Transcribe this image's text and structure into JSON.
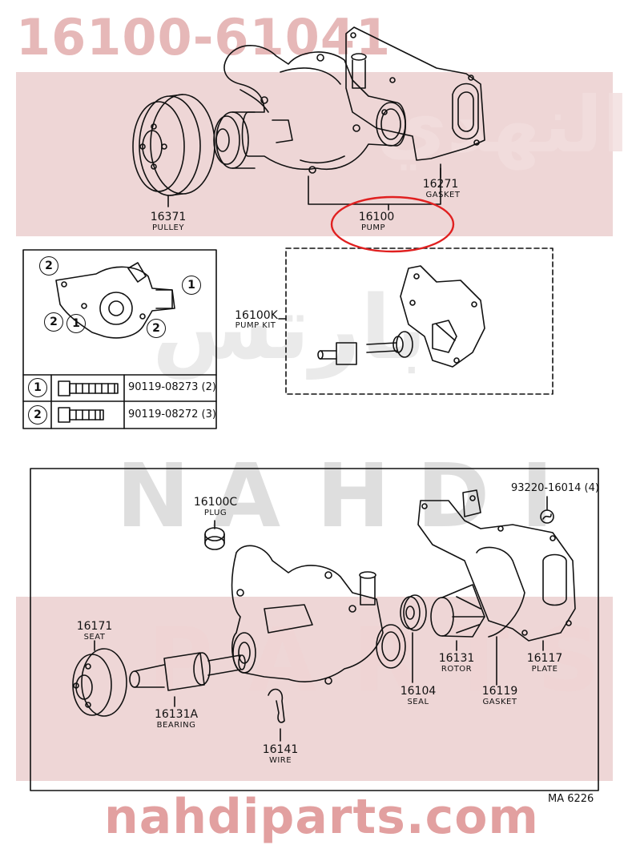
{
  "watermarks": {
    "part_number": "16100-61041",
    "arabic_top": "النهدي",
    "arabic_mid": "بارتس",
    "nahdi_letters": [
      "N",
      "A",
      "H",
      "D",
      "I"
    ],
    "parts_letters": [
      "P",
      "A",
      "R",
      "T",
      "S"
    ],
    "site": "nahdiparts.com"
  },
  "top_assembly": {
    "pulley": {
      "number": "16371",
      "name": "PULLEY"
    },
    "gasket": {
      "number": "16271",
      "name": "GASKET"
    },
    "pump": {
      "number": "16100",
      "name": "PUMP"
    }
  },
  "bolt_inset": {
    "callouts": [
      "2",
      "1",
      "2",
      "1",
      "2"
    ],
    "rows": [
      {
        "num": "1",
        "ref": "90119-08273 (2)"
      },
      {
        "num": "2",
        "ref": "90119-08272 (3)"
      }
    ]
  },
  "pump_kit": {
    "number": "16100K",
    "name": "PUMP KIT"
  },
  "exploded_view": {
    "plug": {
      "number": "16100C",
      "name": "PLUG"
    },
    "screw": {
      "ref": "93220-16014 (4)"
    },
    "seat": {
      "number": "16171",
      "name": "SEAT"
    },
    "bearing": {
      "number": "16131A",
      "name": "BEARING"
    },
    "wire": {
      "number": "16141",
      "name": "WIRE"
    },
    "seal": {
      "number": "16104",
      "name": "SEAL"
    },
    "rotor": {
      "number": "16131",
      "name": "ROTOR"
    },
    "gasket": {
      "number": "16119",
      "name": "GASKET"
    },
    "plate": {
      "number": "16117",
      "name": "PLATE"
    }
  },
  "diagram_code": "MA 6226",
  "highlight_color": "#e02020"
}
